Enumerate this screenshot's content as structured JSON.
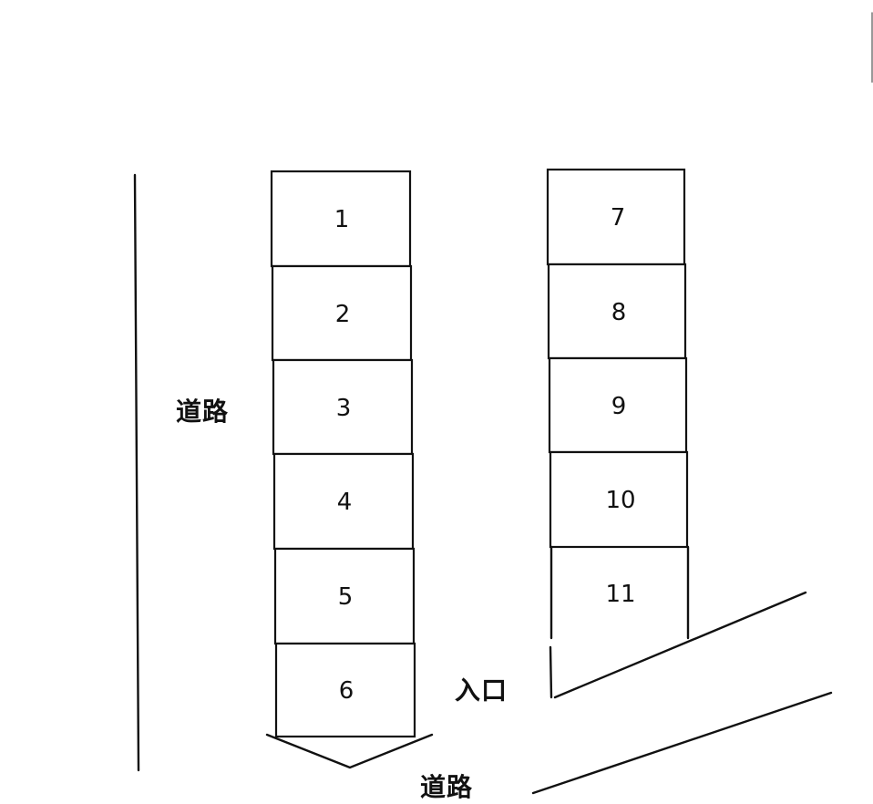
{
  "labels": {
    "road_left": "道路",
    "road_bottom": "道路",
    "entrance": "入口"
  },
  "spaces": {
    "left_column": [
      "1",
      "2",
      "3",
      "4",
      "5",
      "6"
    ],
    "right_column": [
      "7",
      "8",
      "9",
      "10",
      "11"
    ]
  },
  "colors": {
    "line": "#111111",
    "background": "#ffffff"
  }
}
